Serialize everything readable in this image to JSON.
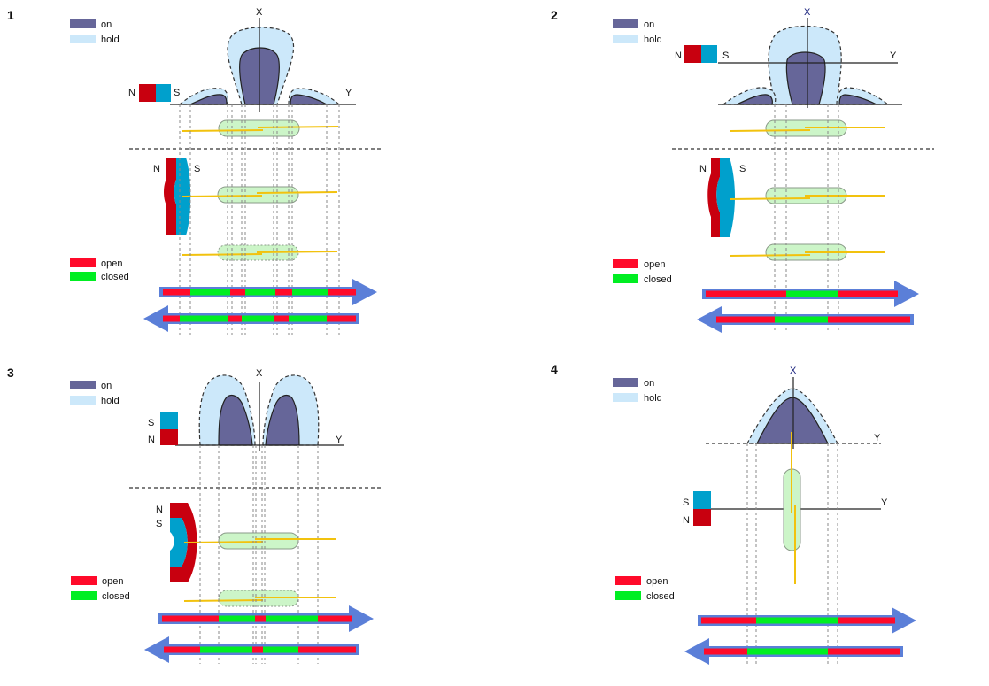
{
  "colors": {
    "on": "#666699",
    "hold": "#cce8fa",
    "open": "#ff0a2a",
    "closed": "#00ee22",
    "arrow": "#5b7fd8",
    "reed_glass": "#ccf5c8",
    "reed_wire": "#f2c20e",
    "magnet_north": "#c8000f",
    "magnet_south": "#00a0cc",
    "axis_x_label_panel2": "#1a237e",
    "axis_x_label_panel4": "#1a237e"
  },
  "legend": {
    "on": "on",
    "hold": "hold",
    "open": "open",
    "closed": "closed"
  },
  "axis_labels": {
    "x": "X",
    "y": "Y"
  },
  "pole_labels": {
    "north": "N",
    "south": "S"
  },
  "panels": [
    {
      "number": "1",
      "magnet_orientation": "horizontal, N left / S right, axial",
      "states_forward": [
        "open",
        "closed",
        "open",
        "closed",
        "open",
        "closed",
        "open"
      ],
      "states_reverse": [
        "open",
        "closed",
        "open",
        "closed",
        "open",
        "closed",
        "open"
      ]
    },
    {
      "number": "2",
      "magnet_orientation": "horizontal, N left / S right, offset above axis",
      "states_forward": [
        "open",
        "closed",
        "open"
      ],
      "states_reverse": [
        "open",
        "closed",
        "open"
      ]
    },
    {
      "number": "3",
      "magnet_orientation": "vertical, S top / N bottom",
      "states_forward": [
        "open",
        "closed",
        "open",
        "closed",
        "open"
      ],
      "states_reverse": [
        "open",
        "closed",
        "open",
        "closed",
        "open"
      ]
    },
    {
      "number": "4",
      "magnet_orientation": "vertical, S top / N bottom, reed switch perpendicular",
      "states_forward": [
        "open",
        "closed",
        "open"
      ],
      "states_reverse": [
        "open",
        "closed",
        "open"
      ]
    }
  ]
}
